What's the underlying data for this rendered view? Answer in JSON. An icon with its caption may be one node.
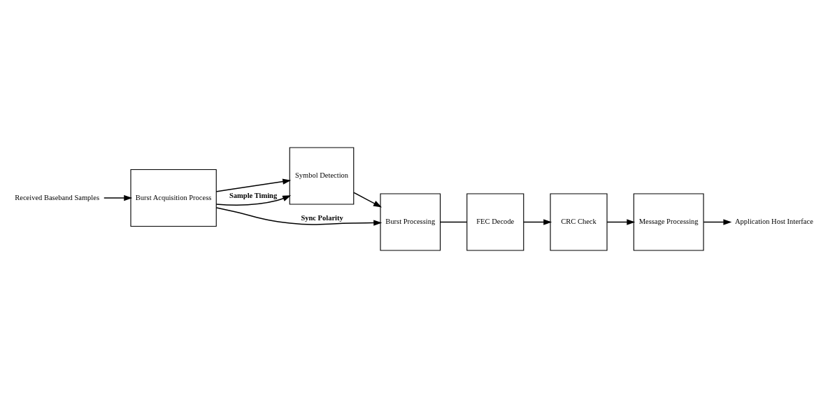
{
  "diagram": {
    "nodes": [
      {
        "text": [
          "Received Baseband Samples"
        ]
      },
      {
        "text": [
          "Burst Acquisition Process"
        ]
      },
      {
        "text": [
          "Symbol Detection"
        ]
      },
      {
        "text": [
          "Burst Processing"
        ]
      },
      {
        "text": [
          "FEC Decode"
        ]
      },
      {
        "text": [
          "CRC Check"
        ]
      },
      {
        "text": [
          "Message Processing"
        ]
      },
      {
        "text": [
          "Application Host Interface"
        ]
      }
    ],
    "edges": [
      {
        "from": 0,
        "to": 1,
        "arrow": "to"
      },
      {
        "from": 1,
        "to": 2,
        "arrow": "to"
      },
      {
        "from": 2,
        "to": 3,
        "arrow": "to"
      },
      {
        "from": 1,
        "to": 2,
        "arrow": "to",
        "label": "Sample Timing"
      },
      {
        "from": 1,
        "to": 3,
        "arrow": "to",
        "label": "Sync Polarity"
      },
      {
        "from": 3,
        "to": 4,
        "arrow": "none"
      },
      {
        "from": 4,
        "to": 5,
        "arrow": "to"
      },
      {
        "from": 5,
        "to": 6,
        "arrow": "to"
      },
      {
        "from": 6,
        "to": 7,
        "arrow": "to"
      }
    ]
  }
}
